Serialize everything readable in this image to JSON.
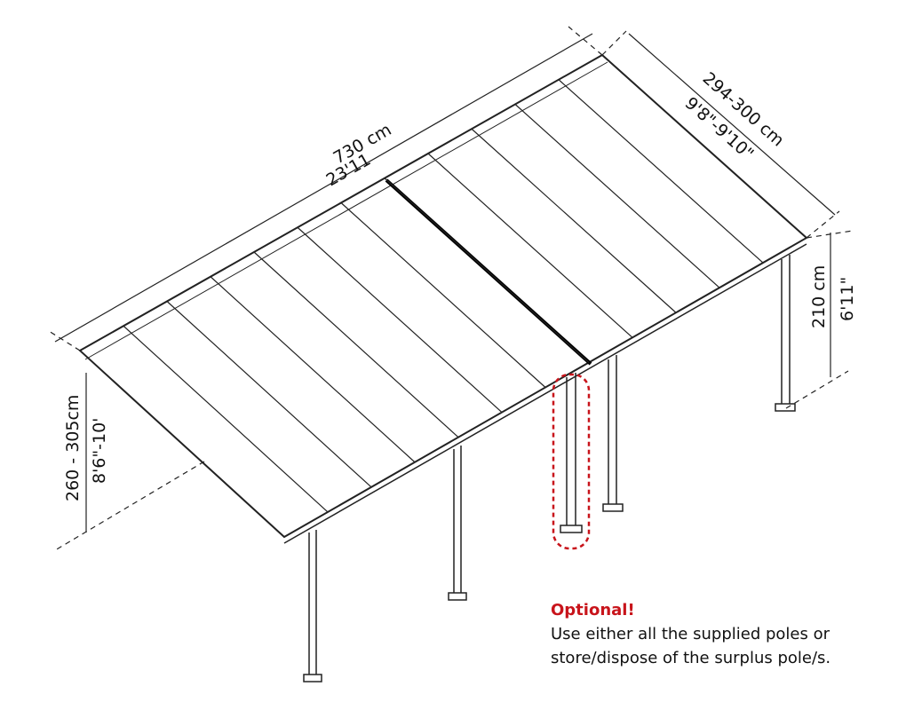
{
  "dimensions": {
    "length_cm": "730 cm",
    "length_ft": "23'11",
    "width_cm": "294-300 cm",
    "width_ft": "9'8\"-9'10\"",
    "back_height_cm": "260 - 305cm",
    "back_height_ft": "8'6\"-10'",
    "front_height_cm": "210 cm",
    "front_height_ft": "6'11\""
  },
  "note": {
    "title": "Optional!",
    "line1": "Use either all the supplied poles or",
    "line2": "store/dispose of the surplus pole/s."
  },
  "colors": {
    "accent": "#c8141b",
    "line": "#222222"
  },
  "panel_count": 12
}
